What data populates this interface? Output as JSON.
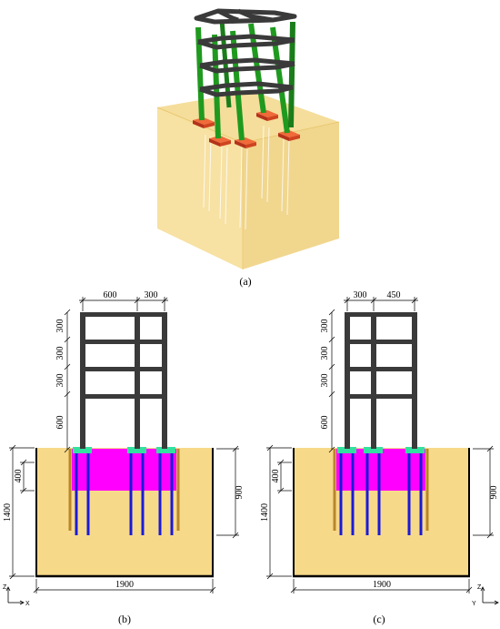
{
  "captions": {
    "a": "(a)",
    "b": "(b)",
    "c": "(c)"
  },
  "panel_b": {
    "bay_widths": [
      "600",
      "300"
    ],
    "storey_heights": [
      "300",
      "300",
      "300",
      "600"
    ],
    "embed_depth": "400",
    "soil_depth": "1400",
    "pile_depth": "900",
    "soil_width": "1900",
    "axis_vertical": "Z",
    "axis_horizontal": "X"
  },
  "panel_c": {
    "bay_widths": [
      "300",
      "450"
    ],
    "storey_heights": [
      "300",
      "300",
      "300",
      "600"
    ],
    "embed_depth": "400",
    "soil_depth": "1400",
    "pile_depth": "900",
    "soil_width": "1900",
    "axis_vertical": "Z",
    "axis_horizontal": "Y"
  },
  "colors": {
    "soil": "#F7D98A",
    "frame": "#3a3a3a",
    "column_green": "#1f9a1f",
    "footing_red": "#d8401a",
    "pile_blue": "#1a1ad8",
    "pile_brown": "#b8862b",
    "cap_green": "#33e0a0",
    "excavation_magenta": "#ff00ff"
  }
}
